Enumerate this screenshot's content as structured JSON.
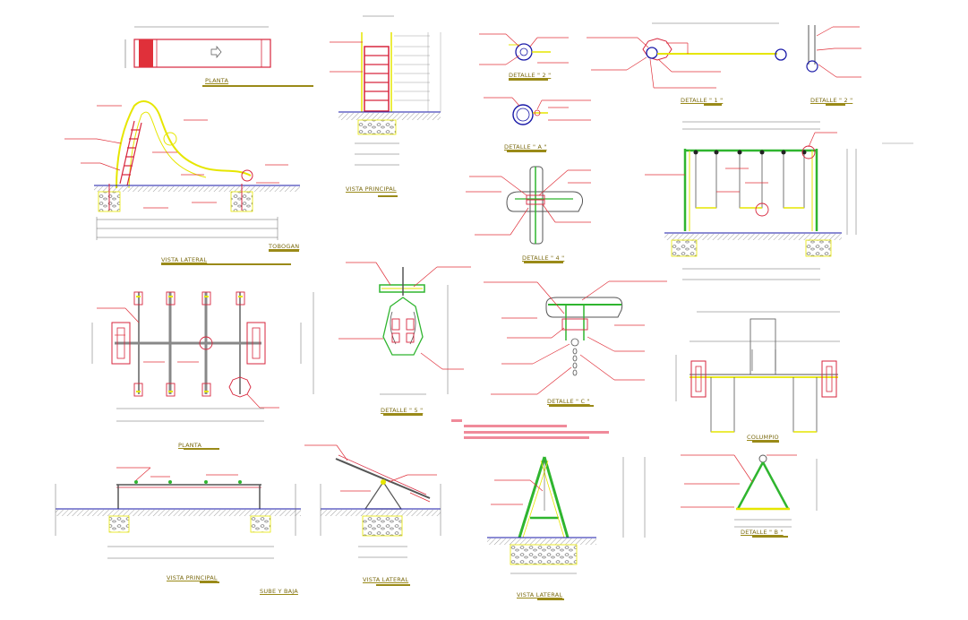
{
  "labels": {
    "planta_top": "PLANTA",
    "vista_lateral_tobogan": "VISTA LATERAL",
    "tobogan": "TOBOGAN",
    "vista_principal_escalera": "VISTA PRINCIPAL",
    "detalle_2_a": "DETALLE \" 2 \"",
    "detalle_a": "DETALLE \" A \"",
    "detalle_4": "DETALLE \" 4 \"",
    "detalle_1": "DETALLE \" 1 \"",
    "detalle_2_b": "DETALLE \" 2 \"",
    "planta_sube_baja": "PLANTA",
    "detalle_5": "DETALLE \" 5 \"",
    "detalle_c": "DETALLE \" C \"",
    "columpio": "COLUMPIO",
    "vista_principal_sube_baja": "VISTA PRINCIPAL",
    "sube_y_baja": "SUBE Y BAJA",
    "vista_lateral_sube_baja": "VISTA LATERAL",
    "vista_lateral_columpio": "VISTA LATERAL",
    "detalle_b": "DETALLE \" B \""
  },
  "colors": {
    "annotation": "#e0303a",
    "structure": "#d7263d",
    "steel_green": "#2fb52f",
    "yellow": "#e6e600",
    "dimension": "#555555",
    "ground": "#1a1aa8",
    "title_text": "#7a6a10"
  }
}
